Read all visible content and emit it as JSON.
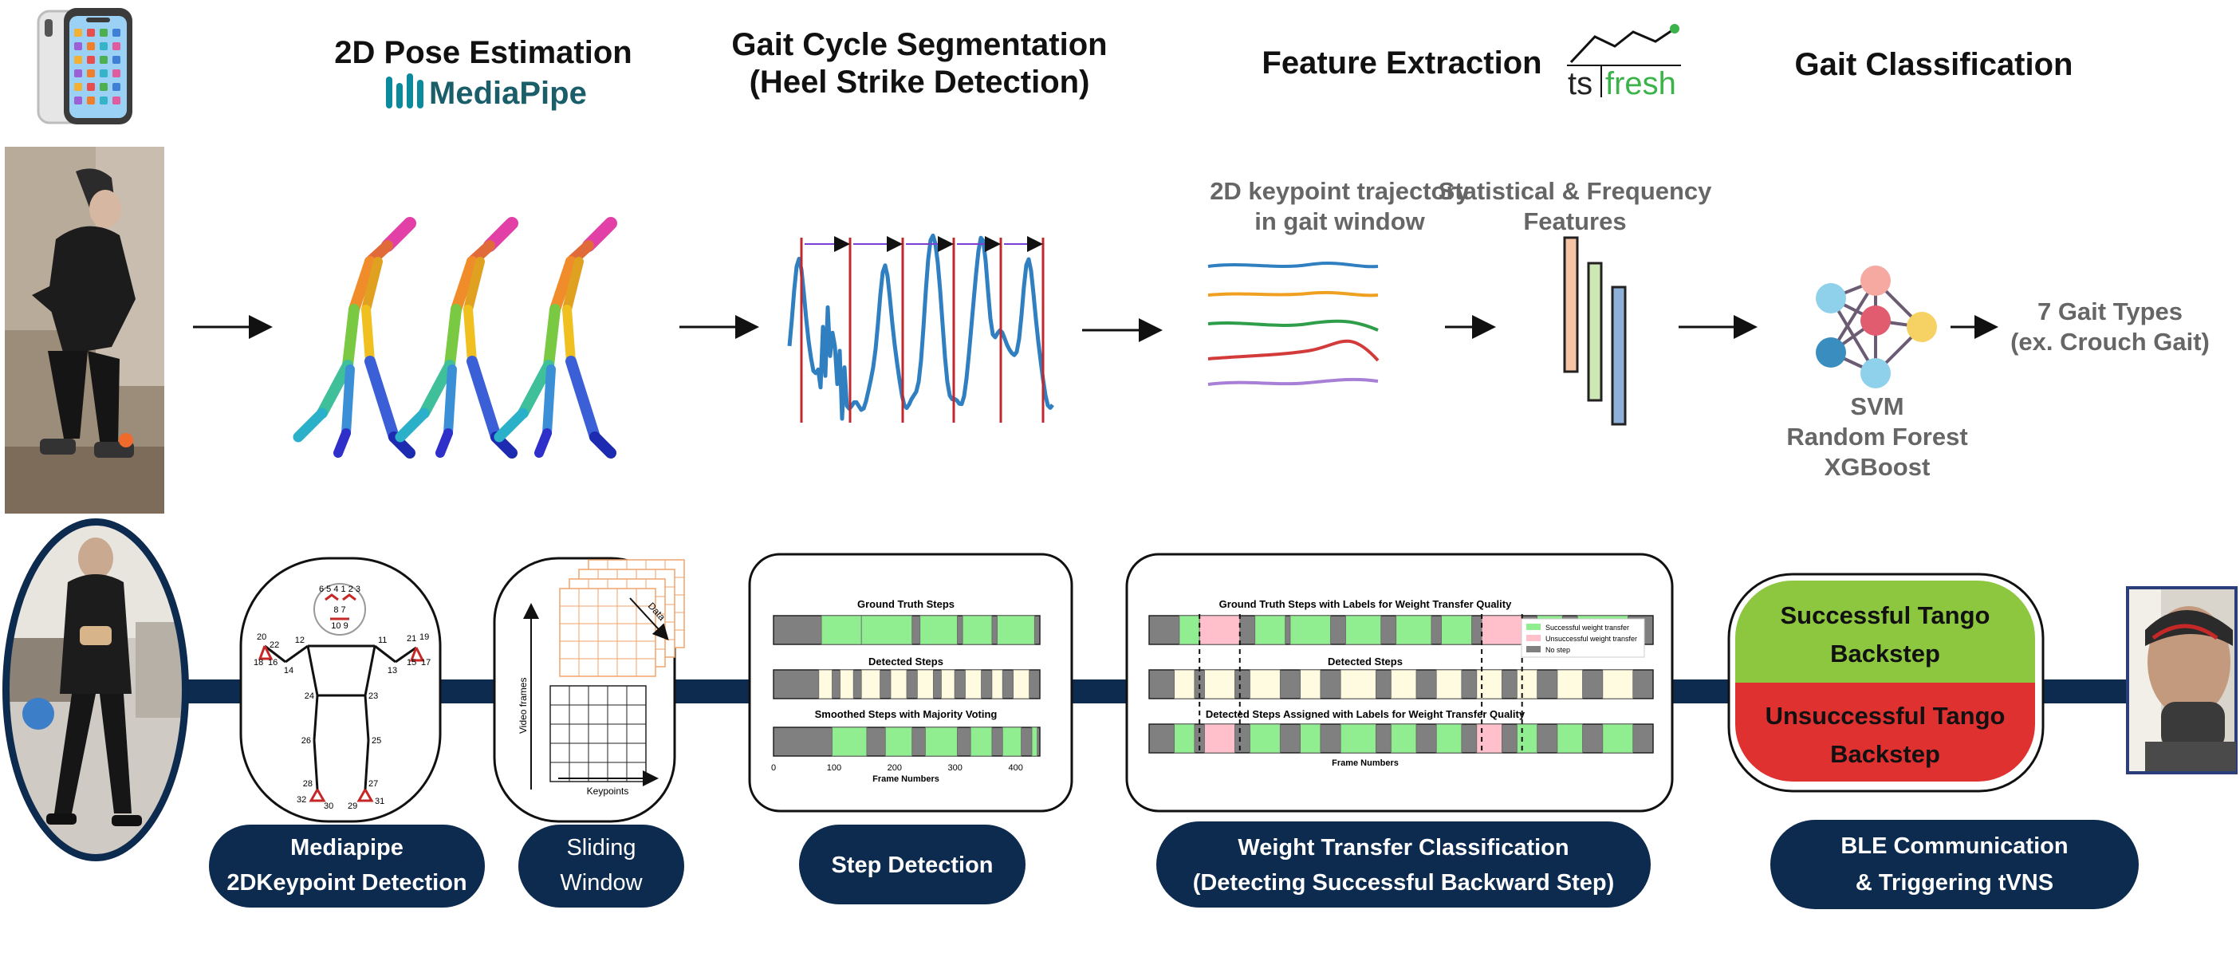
{
  "top_row": {
    "headers": {
      "pose_title": "2D Pose Estimation",
      "pose_brand": "MediaPipe",
      "gait_line1": "Gait Cycle Segmentation",
      "gait_line2": "(Heel Strike Detection)",
      "feature_title": "Feature Extraction",
      "tsfresh_ts": "ts",
      "tsfresh_fresh": "fresh",
      "classification_title": "Gait Classification"
    },
    "trajectory_label_line1": "2D keypoint trajectory",
    "trajectory_label_line2": "in gait window",
    "features_label_line1": "Statistical & Frequency",
    "features_label_line2": "Features",
    "models": [
      "SVM",
      "Random Forest",
      "XGBoost"
    ],
    "output_line1": "7 Gait Types",
    "output_line2": "(ex. Crouch Gait)"
  },
  "bottom_row": {
    "skeleton_numbers": {
      "face_top": "6 5 4  1 2 3",
      "face_mid": "8      7",
      "mouth": "10 9",
      "shoulder_left": "12",
      "shoulder_right": "11",
      "elbow_left": "14",
      "elbow_right": "13",
      "hand_left": [
        "20",
        "18",
        "16",
        "22"
      ],
      "hand_right": [
        "19",
        "21",
        "15",
        "17"
      ],
      "hip_left": "24",
      "hip_right": "23",
      "knee_left": "26",
      "knee_right": "25",
      "ankle_left": [
        "28",
        "32",
        "30"
      ],
      "ankle_right": [
        "27",
        "29",
        "31"
      ]
    },
    "sliding_window": {
      "axis_y": "Video frames",
      "axis_x": "Keypoints",
      "axis_depth": "Data"
    },
    "step_chart": {
      "title1": "Ground Truth Steps",
      "title2": "Detected Steps",
      "title3": "Smoothed Steps with Majority Voting",
      "x_ticks": [
        "0",
        "100",
        "200",
        "300",
        "400"
      ],
      "xlabel": "Frame Numbers"
    },
    "weight_chart": {
      "title1": "Ground Truth Steps with Labels for Weight Transfer Quality",
      "title2": "Detected Steps",
      "title3": "Detected Steps Assigned with Labels for Weight Transfer Quality",
      "legend": [
        "Successful weight transfer",
        "Unsuccessful weight transfer",
        "No step"
      ],
      "xlabel": "Frame Numbers"
    },
    "result_box": {
      "success_line1": "Successful Tango",
      "success_line2": "Backstep",
      "fail_line1": "Unsuccessful Tango",
      "fail_line2": "Backstep"
    },
    "pills": {
      "mediapipe_line1": "Mediapipe",
      "mediapipe_line2": "2DKeypoint Detection",
      "sliding_line1": "Sliding",
      "sliding_line2": "Window",
      "step": "Step Detection",
      "weight_line1": "Weight Transfer Classification",
      "weight_line2": "(Detecting Successful Backward Step)",
      "ble_line1": "BLE Communication",
      "ble_line2": "& Triggering tVNS"
    }
  },
  "colors": {
    "navy": "#0d2a4f",
    "success_green": "#8dc63f",
    "fail_red": "#e03131",
    "mediapipe_teal": "#0b8a9e",
    "tsfresh_green": "#3bb34a",
    "signal_blue": "#2f7fc1",
    "heel_red": "#c0282d",
    "step_green": "#90ee90",
    "step_pink": "#ffc0cb",
    "nostep_gray": "#808080"
  }
}
